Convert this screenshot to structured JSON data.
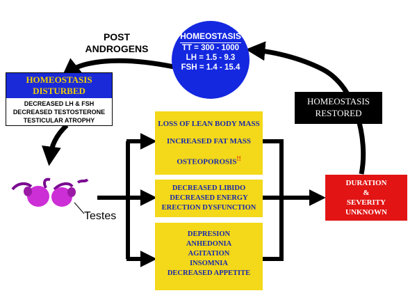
{
  "circle": {
    "title": "HOMEOSTASIS",
    "tt": "TT = 300 - 1000",
    "lh": "LH = 1.5 - 9.3",
    "fsh": "FSH = 1.4 - 15.4",
    "color": "#1428e0"
  },
  "post": {
    "line1": "POST",
    "line2": "ANDROGENS"
  },
  "disturbed": {
    "title1": "HOMEOSTASIS",
    "title2": "DISTURBED",
    "lines": [
      "DECREASED LH & FSH",
      "DECREASED TESTOSTERONE",
      "TESTICULAR ATROPHY"
    ]
  },
  "restored": {
    "line1": "HOMEOSTASIS",
    "line2": "RESTORED"
  },
  "box1": {
    "items": [
      "LOSS OF LEAN BODY MASS",
      "INCREASED FAT MASS",
      "OSTEOPOROSIS"
    ],
    "mark": "!!"
  },
  "box2": {
    "items": [
      "DECREASED LIBIDO",
      "DECREASED ENERGY",
      "ERECTION DYSFUNCTION"
    ]
  },
  "box3": {
    "items": [
      "DEPRESION",
      "ANHEDONIA",
      "AGITATION",
      "INSOMNIA",
      "DECREASED APPETITE"
    ]
  },
  "duration": {
    "lines": [
      "DURATION",
      "&",
      "SEVERITY",
      "UNKNOWN"
    ]
  },
  "testes_label": "Testes",
  "colors": {
    "yellow": "#f4d81a",
    "red": "#e21414",
    "blue": "#1a2ad8",
    "testes": "#cc2fd6"
  }
}
